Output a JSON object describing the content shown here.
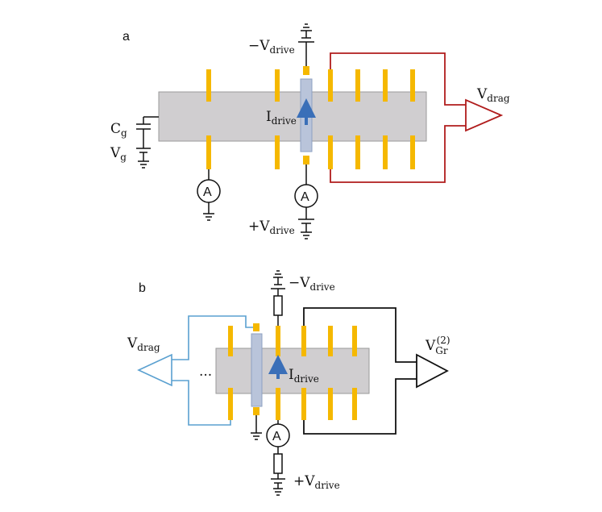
{
  "panel_a": {
    "label": "a",
    "minus_vdrive": {
      "sign": "−V",
      "sub": "drive"
    },
    "plus_vdrive": {
      "sign": "+V",
      "sub": "drive"
    },
    "vdrag": {
      "main": "V",
      "sub": "drag"
    },
    "idrive": {
      "main": "I",
      "sub": "drive"
    },
    "cg": {
      "main": "C",
      "sub": "g"
    },
    "vg": {
      "main": "V",
      "sub": "g"
    },
    "ammeter_left": "A",
    "ammeter_right": "A",
    "colors": {
      "sample": "#d0ced0",
      "contact": "#f5b800",
      "wire": "#b01c1c",
      "current": "#3a6fb8"
    }
  },
  "panel_b": {
    "label": "b",
    "minus_vdrive": {
      "sign": "−V",
      "sub": "drive"
    },
    "plus_vdrive": {
      "sign": "+V",
      "sub": "drive"
    },
    "vdrag": {
      "main": "V",
      "sub": "drag"
    },
    "vgr": {
      "main": "V",
      "sub": "Gr",
      "sup": "(2)"
    },
    "idrive": {
      "main": "I",
      "sub": "drive"
    },
    "ellipsis": "...",
    "ammeter": "A",
    "colors": {
      "sample": "#d0ced0",
      "contact": "#f5b800",
      "wire_left": "#5aa0d0",
      "wire_right": "#111111",
      "current": "#3a6fb8"
    }
  }
}
